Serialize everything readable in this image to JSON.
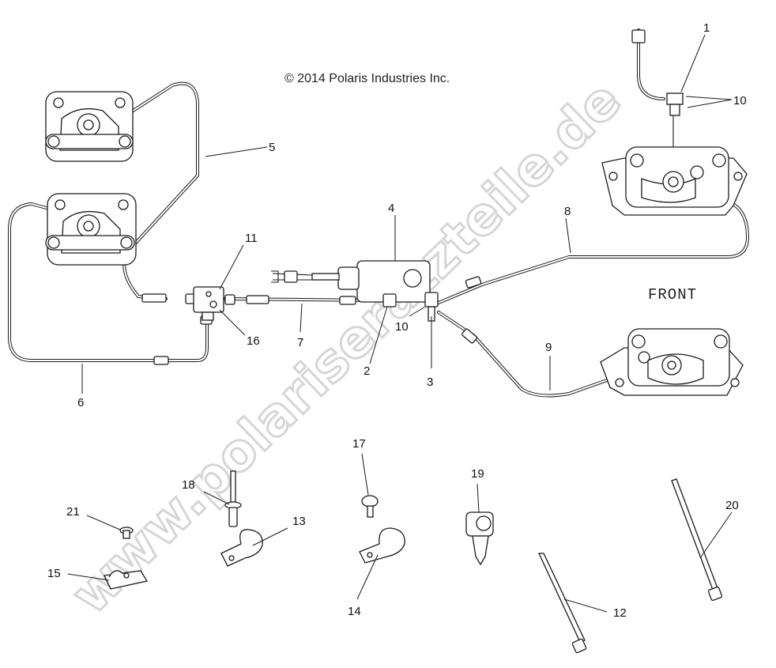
{
  "copyright": "© 2014 Polaris Industries Inc.",
  "front_label": "FRONT",
  "watermark": "www.polariseratzteile.de",
  "callouts": {
    "c1": "1",
    "c2": "2",
    "c3": "3",
    "c4": "4",
    "c5": "5",
    "c6": "6",
    "c7": "7",
    "c8": "8",
    "c9": "9",
    "c10a": "10",
    "c10b": "10",
    "c11": "11",
    "c12": "12",
    "c13": "13",
    "c14": "14",
    "c15": "15",
    "c16": "16",
    "c17": "17",
    "c18": "18",
    "c19": "19",
    "c20": "20",
    "c21": "21"
  }
}
